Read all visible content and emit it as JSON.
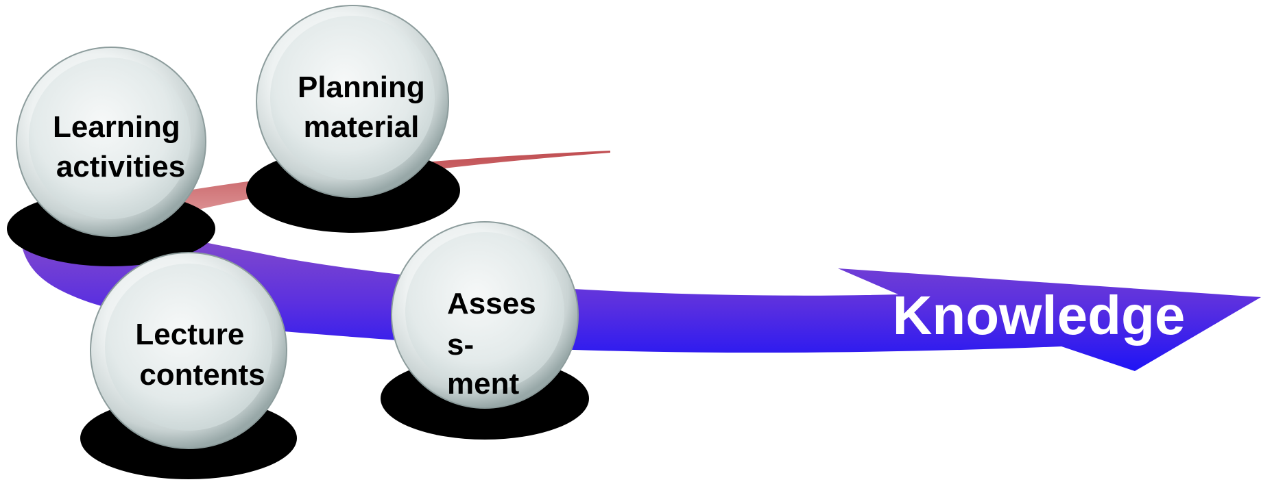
{
  "diagram": {
    "arrow_label": "Knowledge",
    "nodes": [
      {
        "id": "learning-activities",
        "lines": [
          "Learning",
          "activities"
        ]
      },
      {
        "id": "planning-material",
        "lines": [
          "Planning",
          "material"
        ]
      },
      {
        "id": "lecture-contents",
        "lines": [
          "Lecture",
          "contents"
        ]
      },
      {
        "id": "assessment",
        "lines": [
          "Asses",
          "s-",
          "ment"
        ]
      }
    ],
    "colors": {
      "arrow_top": "#8a4fc8",
      "arrow_bottom": "#1f14f5",
      "red_ribbon_dark": "#b9444a",
      "red_ribbon_light": "#d98a8c",
      "sphere_light": "#fbfcfc",
      "sphere_mid": "#e6eded",
      "sphere_dark": "#aebcbc",
      "shadow": "#000000",
      "node_text": "#000000",
      "arrow_text": "#ffffff"
    }
  }
}
